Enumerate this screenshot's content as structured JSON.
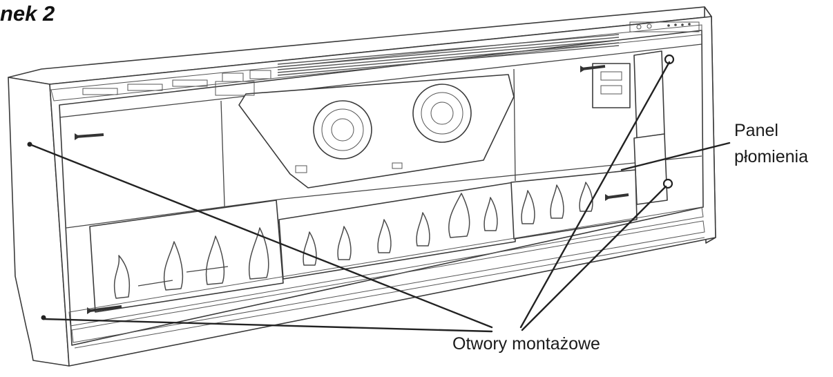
{
  "figure": {
    "title": "nek 2"
  },
  "callouts": {
    "flame_panel_line1": "Panel",
    "flame_panel_line2": "płomienia",
    "mounting_holes": "Otwory montażowe"
  },
  "colors": {
    "ink": "#222222",
    "line_art": "#3a3a3a",
    "background": "#ffffff"
  }
}
